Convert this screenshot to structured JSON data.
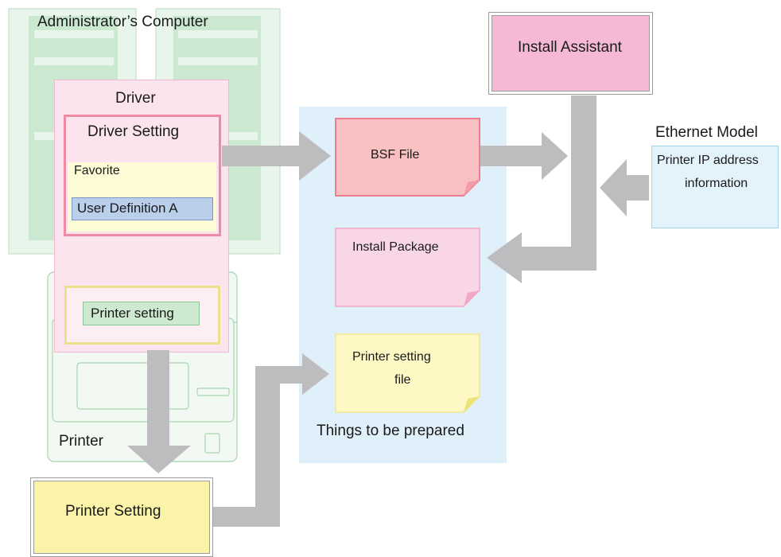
{
  "admin_computer": {
    "label": "Administrator’s Computer"
  },
  "printer": {
    "label": "Printer"
  },
  "driver": {
    "title": "Driver",
    "setting_title": "Driver Setting",
    "favorite_label": "Favorite",
    "user_definition_label": "User Definition A",
    "printer_setting_label": "Printer setting"
  },
  "prepared": {
    "caption": "Things to be prepared",
    "bsf_file": "BSF File",
    "install_package": "Install Package",
    "printer_setting_file_line1": "Printer setting",
    "printer_setting_file_line2": "file"
  },
  "install_assistant": {
    "label": "Install Assistant"
  },
  "ethernet": {
    "title": "Ethernet Model",
    "line1": "Printer IP address",
    "line2": "information"
  },
  "printer_setting_box": {
    "label": "Printer Setting"
  },
  "colors": {
    "arrow_gray": "#bdbdbf",
    "computer_green": "#c8e6cc",
    "driver_pink": "#fce4ee",
    "prepared_blue": "#e0f0fb",
    "bsf_salmon": "#f8c0c0",
    "package_pink": "#f9d6e6",
    "file_yellow": "#fdf8c4",
    "assistant_pink": "#f6b9d5",
    "ethernet_blue": "#e3f3fb",
    "setting_yellow": "#fbf4a8"
  }
}
